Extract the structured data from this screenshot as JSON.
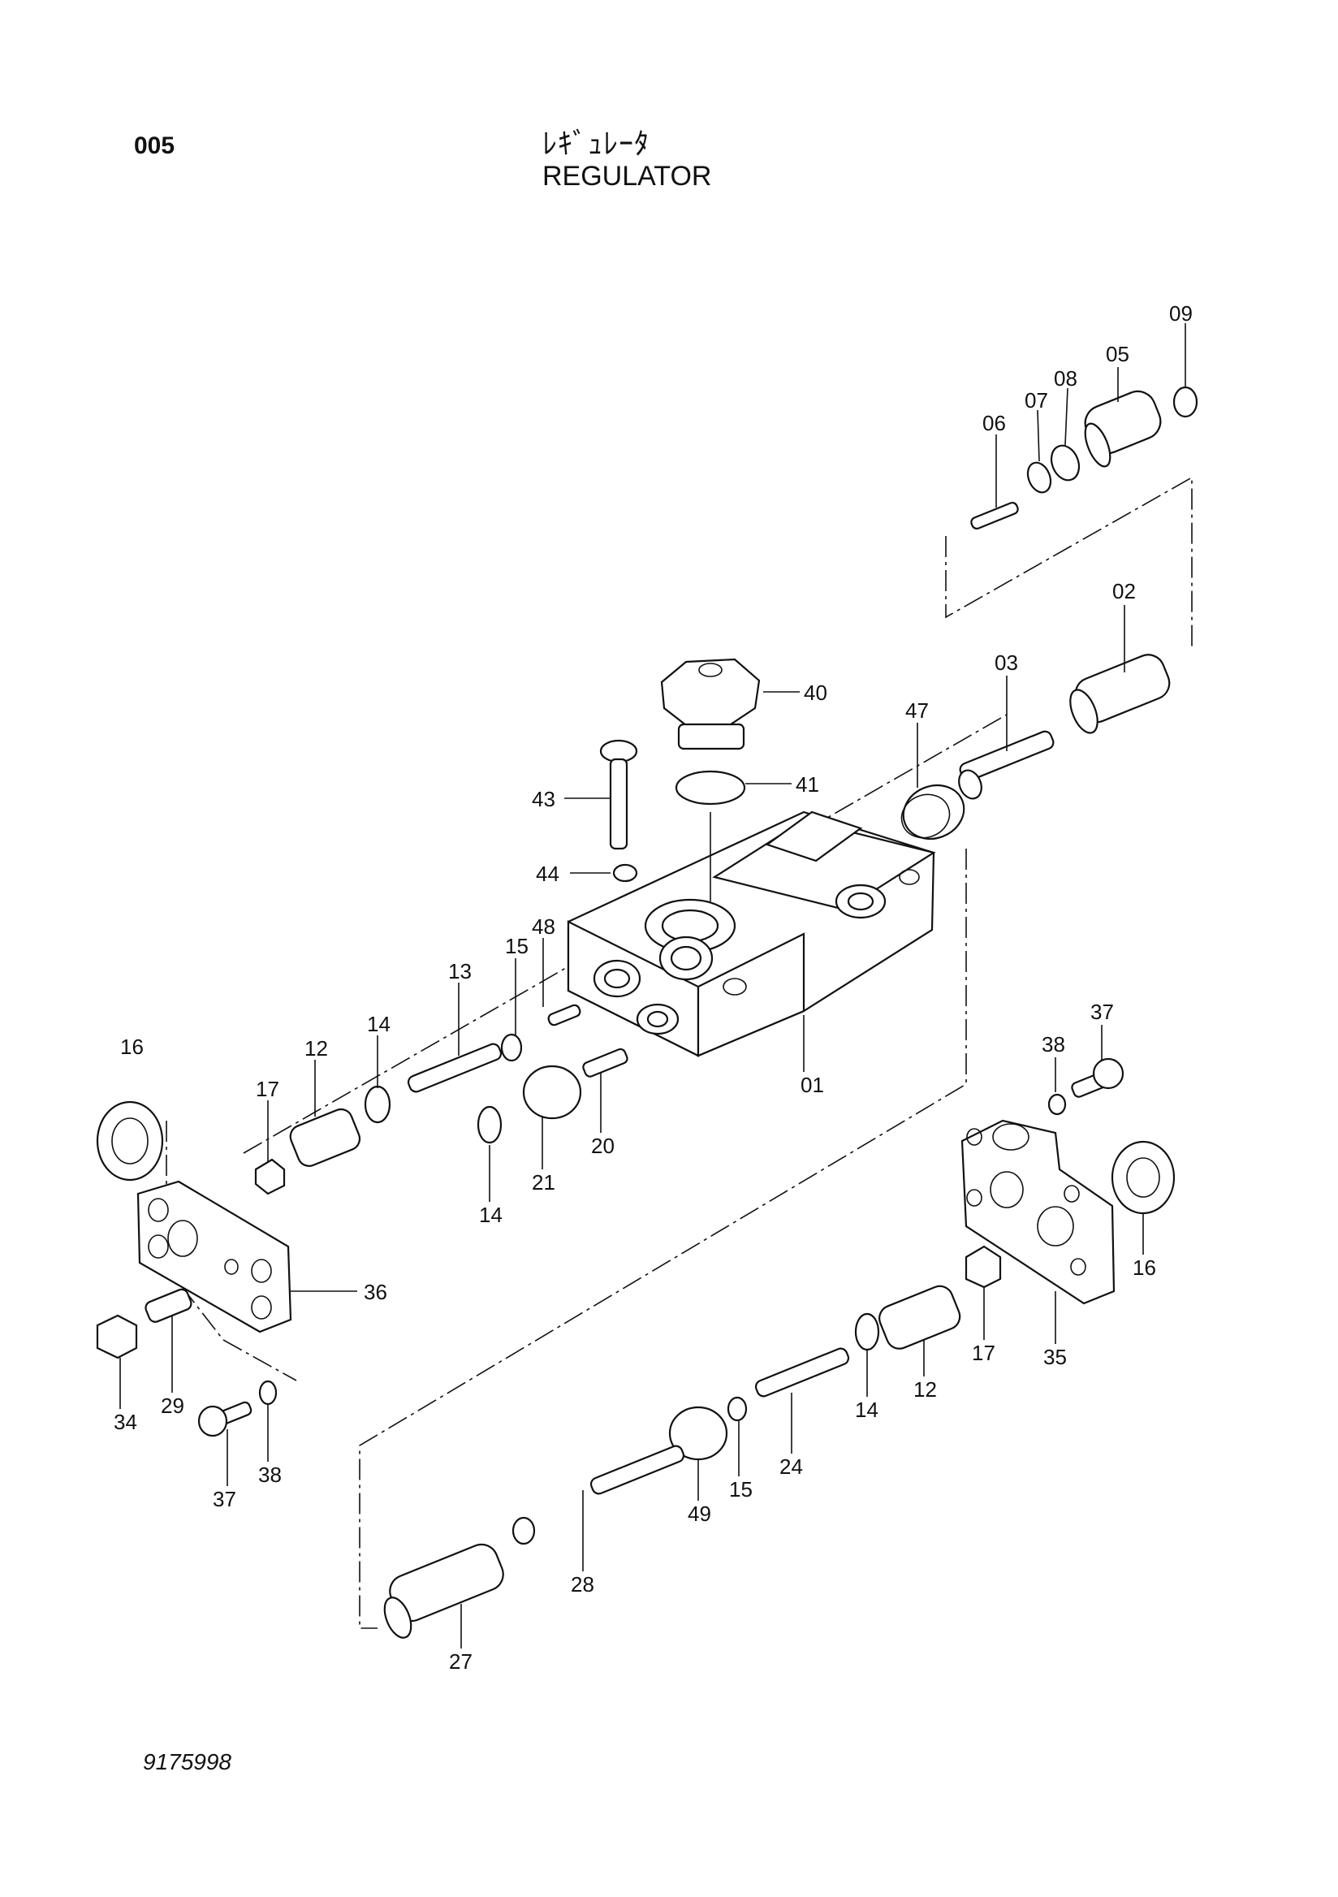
{
  "header": {
    "page_number": "005",
    "title_jp": "ﾚｷﾞｭﾚｰﾀ",
    "title_en": "REGULATOR"
  },
  "footer": {
    "drawing_code": "9175998"
  },
  "callouts": [
    "09",
    "05",
    "08",
    "07",
    "06",
    "02",
    "03",
    "40",
    "47",
    "41",
    "43",
    "44",
    "48",
    "15",
    "13",
    "14",
    "16",
    "12",
    "17",
    "01",
    "20",
    "21",
    "14",
    "37",
    "38",
    "36",
    "35",
    "16",
    "29",
    "34",
    "17",
    "12",
    "14",
    "24",
    "15",
    "49",
    "28",
    "27",
    "37",
    "38"
  ]
}
